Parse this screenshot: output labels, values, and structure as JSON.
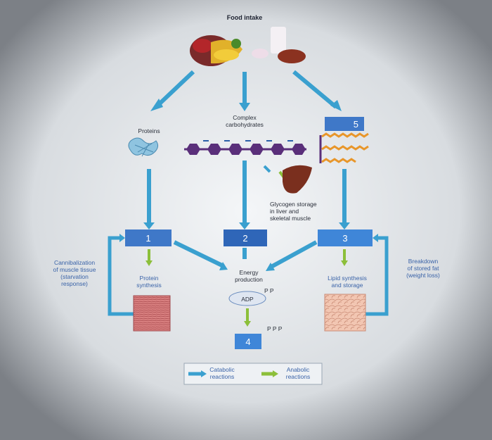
{
  "diagram": {
    "title": "Food intake",
    "labels": {
      "proteins": "Proteins",
      "complex_carbs_line1": "Complex",
      "complex_carbs_line2": "carbohydrates",
      "glycogen_line1": "Glycogen storage",
      "glycogen_line2": "in liver and",
      "glycogen_line3": "skeletal muscle",
      "cannibal_line1": "Cannibalization",
      "cannibal_line2": "of muscle tissue",
      "cannibal_line3": "(starvation",
      "cannibal_line4": "response)",
      "protein_syn_line1": "Protein",
      "protein_syn_line2": "synthesis",
      "energy_line1": "Energy",
      "energy_line2": "production",
      "lipid_line1": "Lipid synthesis",
      "lipid_line2": "and storage",
      "breakdown_line1": "Breakdown",
      "breakdown_line2": "of stored fat",
      "breakdown_line3": "(weight loss)",
      "adp": "ADP",
      "pp": "P P",
      "ppp": "P P P"
    },
    "boxes": {
      "b1": "1",
      "b2": "2",
      "b3": "3",
      "b4": "4",
      "b5": "5"
    },
    "legend": {
      "catabolic_line1": "Catabolic",
      "catabolic_line2": "reactions",
      "anabolic_line1": "Anabolic",
      "anabolic_line2": "reactions"
    },
    "colors": {
      "blue_box": "#3f78c8",
      "catabolic_arrow": "#3aa0cf",
      "anabolic_arrow": "#8cbf3a",
      "molecule": "#5a2f7a",
      "muscle": "#c9686a",
      "fat": "#e8b5a0"
    }
  }
}
